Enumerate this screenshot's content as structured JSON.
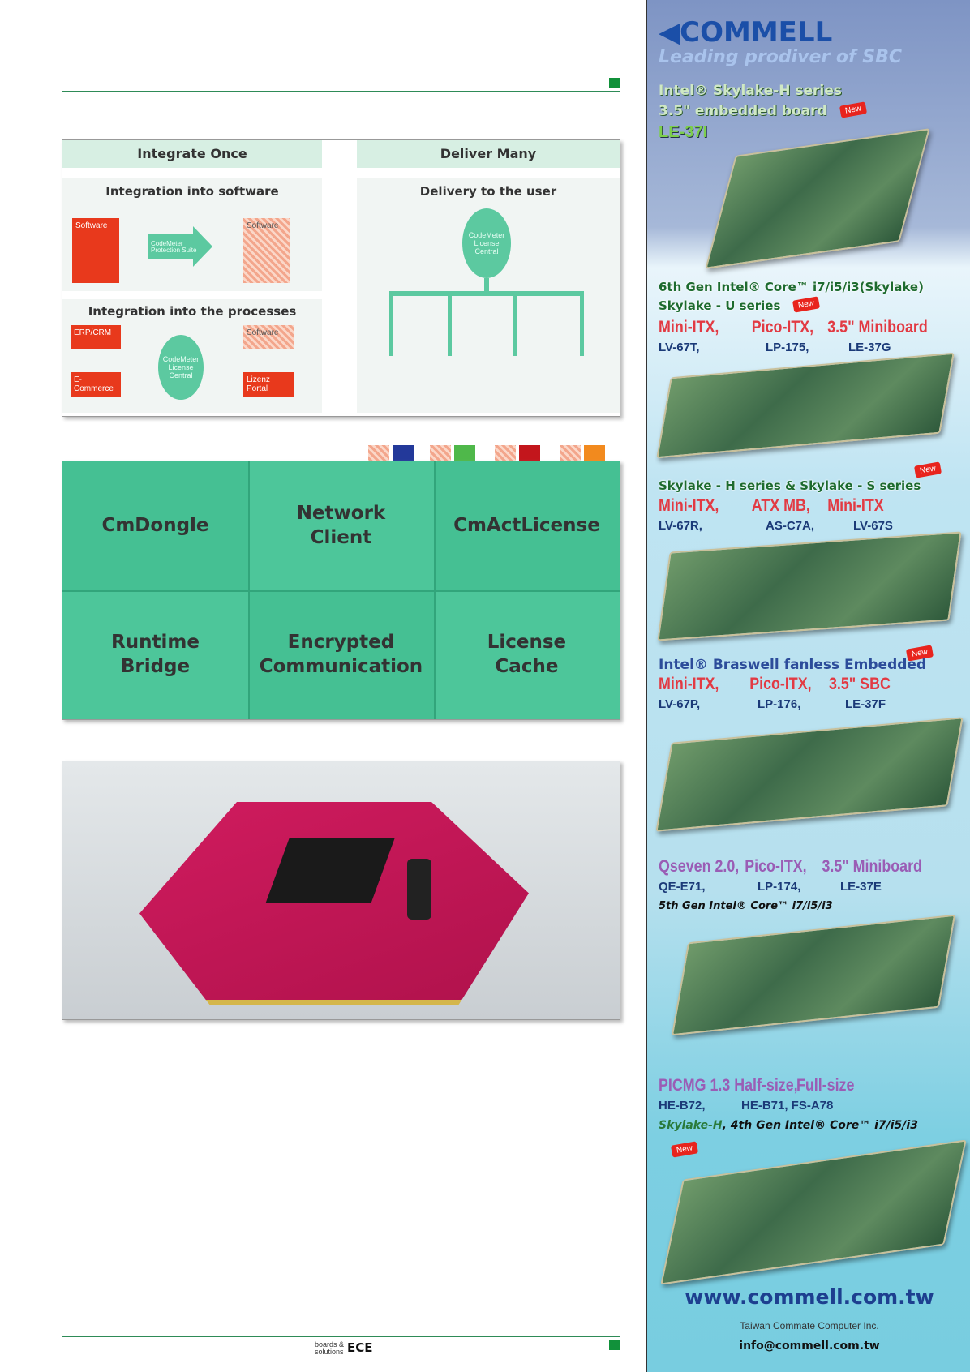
{
  "figure1": {
    "left_header": "Integrate Once",
    "right_header": "Deliver Many",
    "panel1_title": "Integration into software",
    "software": "Software",
    "arrow_label": "CodeMeter Protection Suite",
    "software_protected": "Software",
    "panel2_title": "Integration into the processes",
    "erp": "ERP/CRM",
    "ecommerce": "E-Commerce",
    "software2": "Software",
    "portal": "Lizenz Portal",
    "license_central": "CodeMeter License Central",
    "panel3_title": "Delivery to the user",
    "license_central2": "CodeMeter License Central",
    "user_colors": [
      "#23399a",
      "#4fb84a",
      "#c3161c",
      "#f28a1e"
    ]
  },
  "puzzle": {
    "pieces": [
      "CmDongle",
      "Network\nClient",
      "CmActLicense",
      "Runtime\nBridge",
      "Encrypted\nCommunication",
      "License\nCache"
    ]
  },
  "ad": {
    "brand": "COMMELL",
    "tagline": "Leading prodiver of SBC",
    "s1": {
      "line1": "Intel® Skylake-H series",
      "line2": "3.5\" embedded board",
      "model": "LE-37I",
      "badge": "New"
    },
    "s2": {
      "line1": "6th Gen Intel® Core™ i7/i5/i3(Skylake)",
      "line2": "Skylake - U series",
      "badge": "New",
      "types": [
        "Mini-ITX,",
        "Pico-ITX,",
        "3.5\" Miniboard"
      ],
      "models": [
        "LV-67T,",
        "LP-175,",
        "LE-37G"
      ]
    },
    "s3": {
      "line1": "Skylake - H series & Skylake - S series",
      "badge": "New",
      "types": [
        "Mini-ITX,",
        "ATX MB,",
        "Mini-ITX"
      ],
      "models": [
        "LV-67R,",
        "AS-C7A,",
        "LV-67S"
      ]
    },
    "s4": {
      "line1": "Intel® Braswell fanless Embedded",
      "badge": "New",
      "types": [
        "Mini-ITX,",
        "Pico-ITX,",
        "3.5\" SBC"
      ],
      "models": [
        "LV-67P,",
        "LP-176,",
        "LE-37F"
      ]
    },
    "s5": {
      "types": [
        "Qseven 2.0,",
        "Pico-ITX,",
        "3.5\" Miniboard"
      ],
      "models": [
        "QE-E71,",
        "LP-174,",
        "LE-37E"
      ],
      "line": "5th Gen Intel® Core™ i7/i5/i3"
    },
    "s6": {
      "types": [
        "PICMG 1.3 Half-size,",
        "Full-size"
      ],
      "models": [
        "HE-B72,",
        "HE-B71,  FS-A78"
      ],
      "line_a": "Skylake-H",
      "line_b": ", 4th Gen Intel® Core™ i7/i5/i3",
      "badge": "New"
    },
    "url": "www.commell.com.tw",
    "company": "Taiwan Commate Computer Inc.",
    "email": "info@commell.com.tw"
  },
  "footer": {
    "logo_a": "boards & solutions",
    "logo_b": "ECE"
  }
}
